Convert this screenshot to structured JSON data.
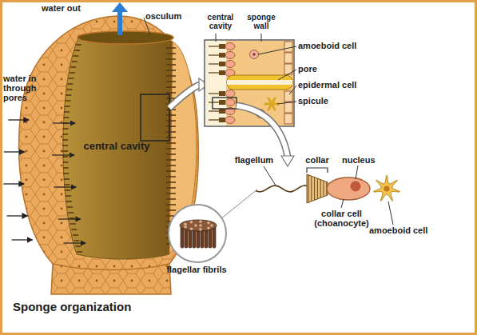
{
  "diagram": {
    "title": "Sponge organization",
    "labels": [
      "water out",
      "osculum",
      "central cavity",
      "sponge wall",
      "water in through pores",
      "amoeboid cell",
      "pore",
      "epidermal cell",
      "spicule",
      "central cavity",
      "flagellum",
      "collar",
      "nucleus",
      "collar cell (choanocyte)",
      "amoeboid cell",
      "flagellar fibrils"
    ]
  }
}
